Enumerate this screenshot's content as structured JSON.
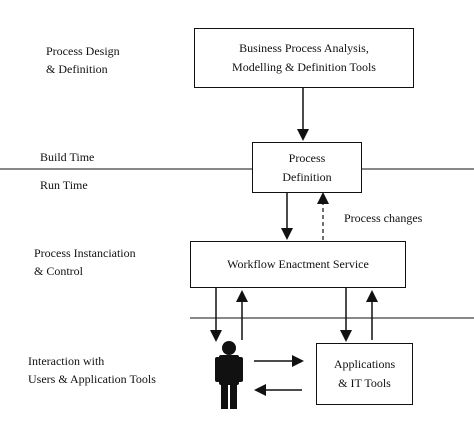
{
  "labels": {
    "design_line1": "Process Design",
    "design_line2": "& Definition",
    "build_time": "Build Time",
    "run_time": "Run Time",
    "process_changes": "Process changes",
    "instanciation_line1": "Process Instanciation",
    "instanciation_line2": "& Control",
    "interaction_line1": "Interaction with",
    "interaction_line2": "Users & Application Tools"
  },
  "boxes": {
    "analysis_tools": {
      "line1": "Business Process Analysis,",
      "line2": "Modelling & Definition Tools"
    },
    "process_definition": {
      "line1": "Process",
      "line2": "Definition"
    },
    "enactment_service": {
      "line1": "Workflow Enactment Service"
    },
    "applications": {
      "line1": "Applications",
      "line2": "& IT Tools"
    }
  },
  "icons": {
    "user": "person-silhouette-icon"
  },
  "colors": {
    "stroke": "#111111",
    "background": "#ffffff"
  }
}
